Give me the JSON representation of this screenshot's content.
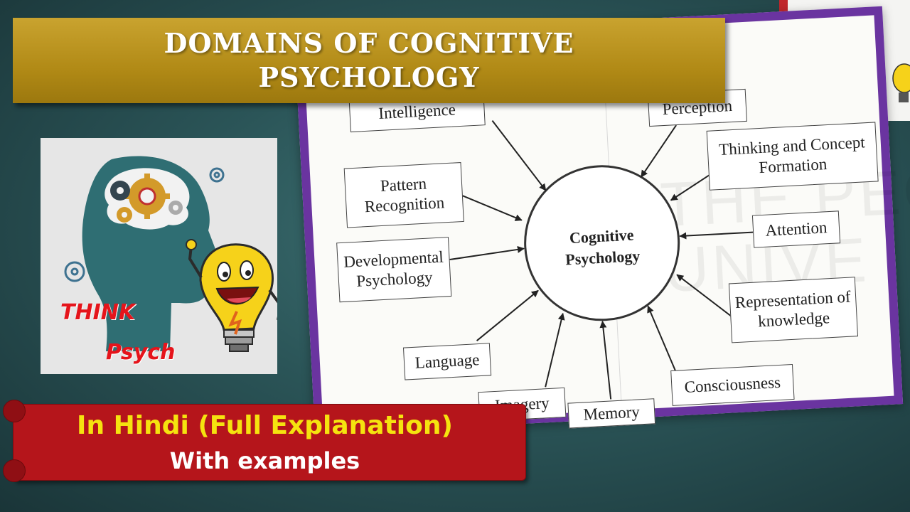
{
  "title": "DOMAINS OF COGNITIVE PSYCHOLOGY",
  "logo": {
    "line1": "THINK",
    "line2": "Psych"
  },
  "banner": {
    "main": "In Hindi (Full Explanation)",
    "sub": "With examples"
  },
  "diagram": {
    "center": "Cognitive Psychology",
    "nodes": {
      "intelligence": "Intelligence",
      "pattern_recognition": "Pattern Recognition",
      "developmental_psychology": "Developmental Psychology",
      "language": "Language",
      "imagery": "Imagery",
      "memory": "Memory",
      "consciousness": "Consciousness",
      "representation_of_knowledge": "Representation of knowledge",
      "attention": "Attention",
      "thinking_and_concept_formation": "Thinking and Concept Formation",
      "perception": "Perception"
    },
    "watermark": "THE PEO\nUNIVE"
  },
  "colors": {
    "title_gold": "#b18a16",
    "sheet_border": "#6a34a0",
    "banner_red": "#b5151b",
    "banner_text_yellow": "#f5e30f",
    "logo_red": "#e5141b"
  }
}
